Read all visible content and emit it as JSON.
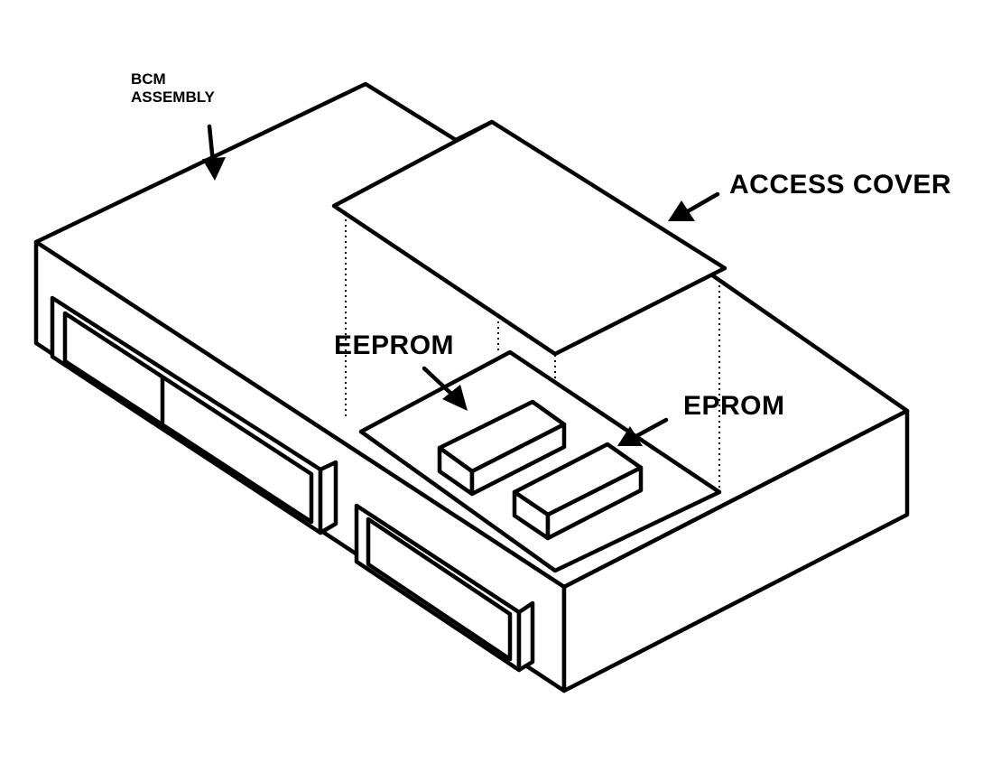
{
  "labels": {
    "bcm_line1": "BCM",
    "bcm_line2": "ASSEMBLY",
    "access_cover": "ACCESS COVER",
    "eeprom": "EEPROM",
    "eprom": "EPROM"
  },
  "colors": {
    "ink": "#000000",
    "background": "#ffffff"
  }
}
